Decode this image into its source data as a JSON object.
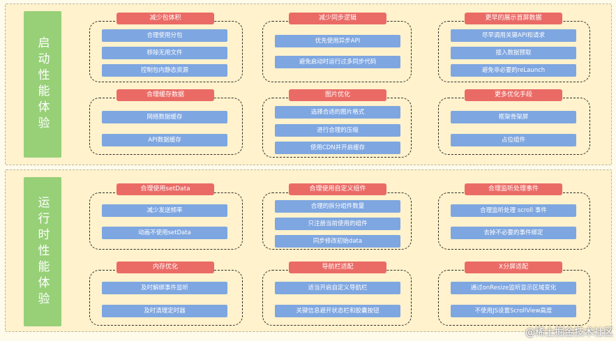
{
  "sections": [
    {
      "label": "启动性能体验",
      "groups": [
        {
          "title": "减少包体积",
          "items": [
            "合理使用分包",
            "移除无用文件",
            "控制包内静态资源"
          ]
        },
        {
          "title": "减少同步逻辑",
          "items": [
            "优先使用异步API",
            "避免启动时运行过多同步代码"
          ]
        },
        {
          "title": "更早的展示首屏数据",
          "items": [
            "尽早调用关键API和请求",
            "接入数据预取",
            "避免非必要的reLaunch"
          ]
        },
        {
          "title": "合理缓存数据",
          "items": [
            "网络数据缓存",
            "API数据缓存"
          ]
        },
        {
          "title": "图片优化",
          "items": [
            "选择合适的图片格式",
            "进行合理的压缩",
            "使用CDN并开启缓存"
          ]
        },
        {
          "title": "更多优化手段",
          "items": [
            "框架骨架屏",
            "占位组件"
          ]
        }
      ]
    },
    {
      "label": "运行时性能体验",
      "groups": [
        {
          "title": "合理使用setData",
          "items": [
            "减少发送频率",
            "动画不使用setData"
          ]
        },
        {
          "title": "合理使用自定义组件",
          "items": [
            "合理的拆分组件数量",
            "只注册当前使用的组件",
            "同步修改初始data"
          ]
        },
        {
          "title": "合理监听处理事件",
          "items": [
            "合理监听处理 scroll 事件",
            "去掉不必要的事件绑定"
          ]
        },
        {
          "title": "内存优化",
          "items": [
            "及时解绑事件监听",
            "及时清理定时器"
          ]
        },
        {
          "title": "导航栏适配",
          "items": [
            "适当开启自定义导航栏",
            "关键信息避开状态栏和胶囊按钮"
          ]
        },
        {
          "title": "X分屏适配",
          "items": [
            "通过onResize监听显示区域变化",
            "不使用JS设置ScrollView高度"
          ]
        }
      ]
    }
  ],
  "watermark": "@稀土掘金技术社区"
}
